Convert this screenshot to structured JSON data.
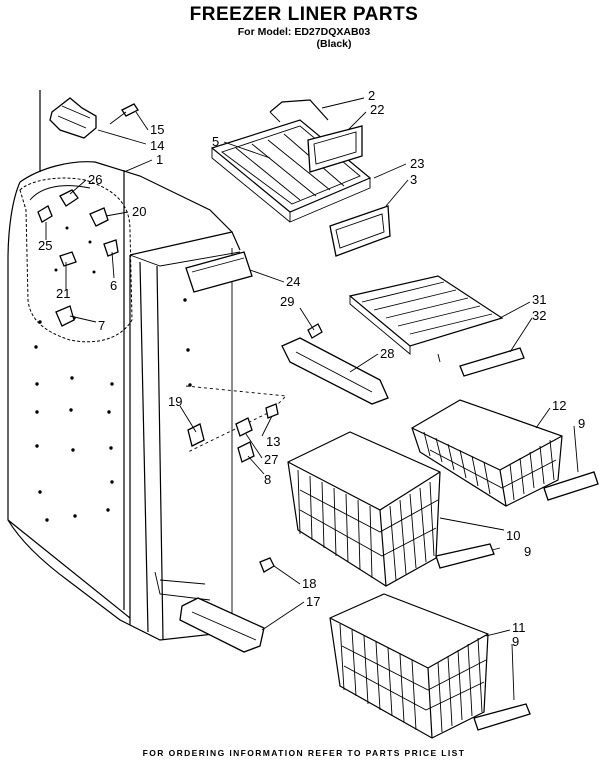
{
  "header": {
    "title": "FREEZER LINER PARTS",
    "model_line": "For Model: ED27DQXAB03",
    "color_line": "(Black)"
  },
  "footer": {
    "text": "FOR ORDERING INFORMATION REFER TO PARTS PRICE LIST"
  },
  "callouts": {
    "c1": "1",
    "c2": "2",
    "c3": "3",
    "c5": "5",
    "c6": "6",
    "c7": "7",
    "c8": "8",
    "c9a": "9",
    "c9b": "9",
    "c9c": "9",
    "c10": "10",
    "c11": "11",
    "c12": "12",
    "c13": "13",
    "c14": "14",
    "c15": "15",
    "c17": "17",
    "c18": "18",
    "c19": "19",
    "c20": "20",
    "c21": "21",
    "c22": "22",
    "c23": "23",
    "c24": "24",
    "c25": "25",
    "c26": "26",
    "c27": "27",
    "c28": "28",
    "c29": "29",
    "c31": "31",
    "c32": "32"
  }
}
